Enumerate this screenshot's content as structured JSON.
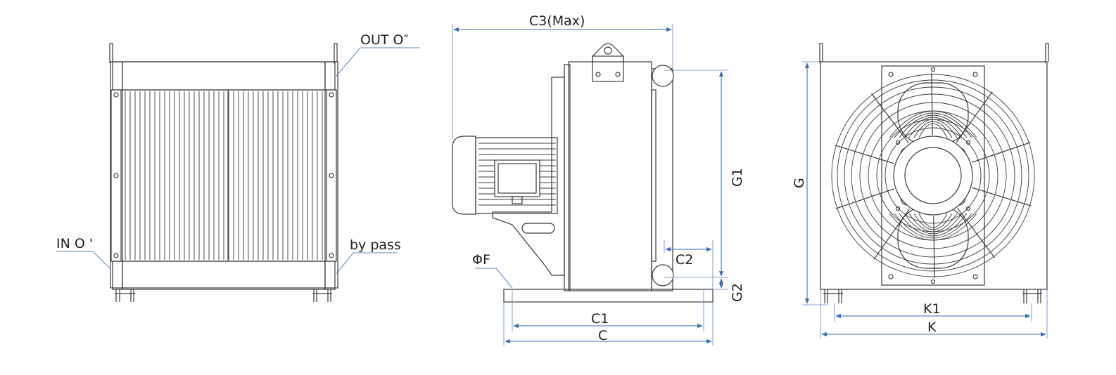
{
  "labels": {
    "out": "OUT O″",
    "in": "IN O '",
    "bypass": "by pass",
    "c3": "C3(Max)",
    "c1": "C1",
    "c": "C",
    "c2": "C2",
    "g1": "G1",
    "g2": "G2",
    "phi_f": "ΦF",
    "g": "G",
    "k1": "K1",
    "k": "K"
  },
  "colors": {
    "dimension": "#3b6fb3",
    "outline": "#3a3a3a"
  }
}
